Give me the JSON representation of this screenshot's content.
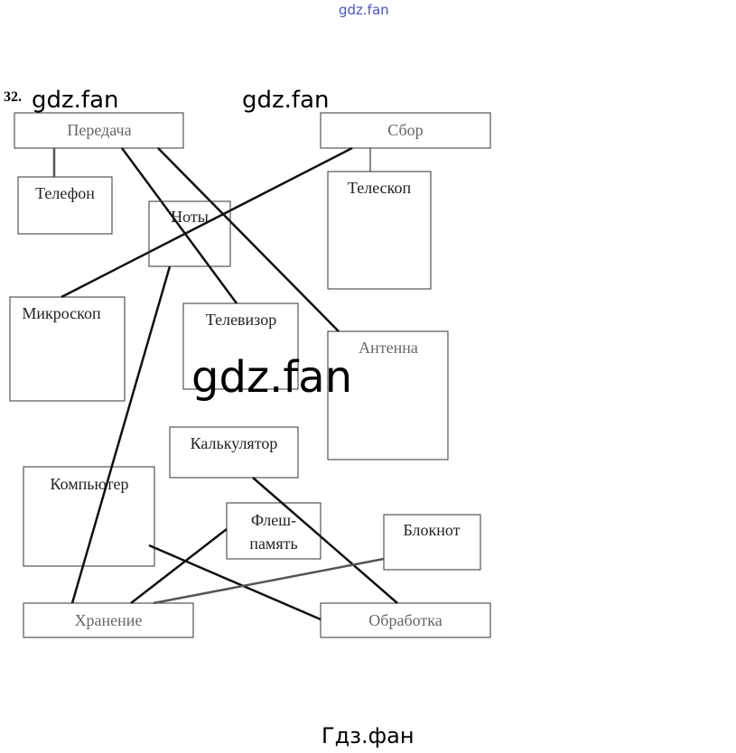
{
  "problem_number": "32.",
  "watermarks": {
    "top": "gdz.fan",
    "left": "gdz.fan",
    "mid": "gdz.fan",
    "center": "gdz.fan",
    "bottom": "Гдз.фан"
  },
  "nodes": {
    "peredacha": "Передача",
    "sbor": "Сбор",
    "telefon": "Телефон",
    "noty": "Ноты",
    "teleskop": "Телескоп",
    "mikroskop": "Микроскоп",
    "televizor": "Телевизор",
    "antenna": "Антенна",
    "kalkulyator": "Калькулятор",
    "kompyuter": "Компьютер",
    "flesh1": "Флеш-",
    "flesh2": "память",
    "bloknot": "Блокнот",
    "hranenie": "Хранение",
    "obrabotka": "Обработка"
  },
  "colors": {
    "line": "#111111",
    "watermark_top": "#4455cc"
  }
}
